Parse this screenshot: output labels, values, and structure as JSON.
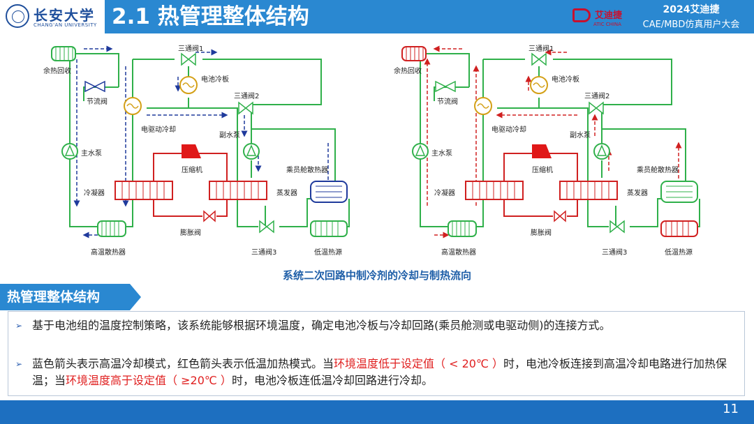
{
  "header": {
    "logo_cn": "长安大学",
    "logo_en": "CHANG'AN UNIVERSITY",
    "title": "2.1 热管理整体结构",
    "conf_logo_cn": "艾迪捷",
    "conf_logo_en": "ATIC CHINA",
    "conf_year": "2024艾迪捷",
    "conf_name": "CAE/MBD仿真用户大会"
  },
  "diagram_labels": {
    "waste_heat": "余热回收",
    "throttle": "节流阀",
    "three_way_1": "三通阀1",
    "battery_plate": "电池冷板",
    "three_way_2": "三通阀2",
    "motor_cooling": "电驱动冷却",
    "aux_pump": "副水泵",
    "main_pump": "主水泵",
    "compressor": "压缩机",
    "cabin_radiator": "乘员舱散热器",
    "condenser": "冷凝器",
    "evaporator": "蒸发器",
    "expansion_valve": "膨胀阀",
    "high_temp_radiator": "高温散热器",
    "three_way_3": "三通阀3",
    "low_temp_source": "低温热源"
  },
  "caption": "系统二次回路中制冷剂的冷却与制热流向",
  "section": {
    "title": "热管理整体结构"
  },
  "bullets": {
    "b1": "基于电池组的温度控制策略，该系统能够根据环境温度，确定电池冷板与冷却回路(乘员舱测或电驱动侧)的连接方式。",
    "b2_a": "蓝色箭头表示高温冷却模式，红色箭头表示低温加热模式。当",
    "b2_red1": "环境温度低于设定值（ < 20℃ ）",
    "b2_b": "时，电池冷板连接到高温冷却电路进行加热保温；当",
    "b2_red2": "环境温度高于设定值（ ≥20℃ ）",
    "b2_c": "时，电池冷板连低温冷却回路进行冷却。"
  },
  "footer": {
    "page": "11"
  },
  "colors": {
    "accent": "#2a88d1",
    "pipe": "#2fb04a",
    "cool_arrow": "#1f3a9c",
    "heat_arrow": "#d02020"
  }
}
